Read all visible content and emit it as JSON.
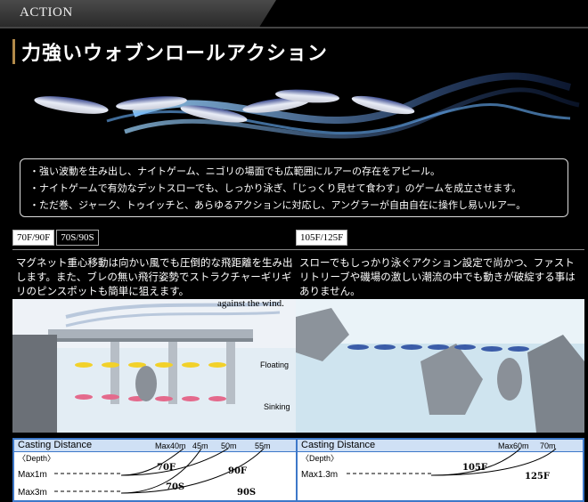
{
  "header": {
    "label": "ACTION"
  },
  "title": "力強いウォブンロールアクション",
  "features": [
    "・強い波動を生み出し、ナイトゲーム、ニゴリの場面でも広範囲にルアーの存在をアピール。",
    "・ナイトゲームで有効なデットスローでも、しっかり泳ぎ、「じっくり見せて食わす」のゲームを成立させます。",
    "・ただ巻、ジャーク、トゥイッチと、あらゆるアクションに対応し、アングラーが自由自在に操作し易いルアー。"
  ],
  "left_panel": {
    "tags": [
      "70F/90F",
      "70S/90S"
    ],
    "desc": "マグネット重心移動は向かい風でも圧倒的な飛距離を生み出します。また、ブレの無い飛行姿勢でストラクチャーギリギリのピンスポットも簡単に狙えます。",
    "scene_label": "against the wind.",
    "floating_label": "Floating",
    "sinking_label": "Sinking",
    "cast": {
      "title": "Casting Distance",
      "depth": "〈Depth〉",
      "dist1": "Max40m",
      "dist2": "45m",
      "dist3": "50m",
      "dist4": "55m",
      "row1": "Max1m",
      "row2": "Max3m",
      "m1": "70F",
      "m2": "90F",
      "m3": "70S",
      "m4": "90S"
    }
  },
  "right_panel": {
    "tags": [
      "105F/125F"
    ],
    "desc": "スローでもしっかり泳ぐアクション設定で尚かつ、ファストリトリーブや磯場の激しい潮流の中でも動きが破綻する事はありません。",
    "cast": {
      "title": "Casting Distance",
      "depth": "〈Depth〉",
      "dist1": "Max60m",
      "dist2": "70m",
      "row1": "Max1.3m",
      "m1": "105F",
      "m2": "125F"
    }
  }
}
